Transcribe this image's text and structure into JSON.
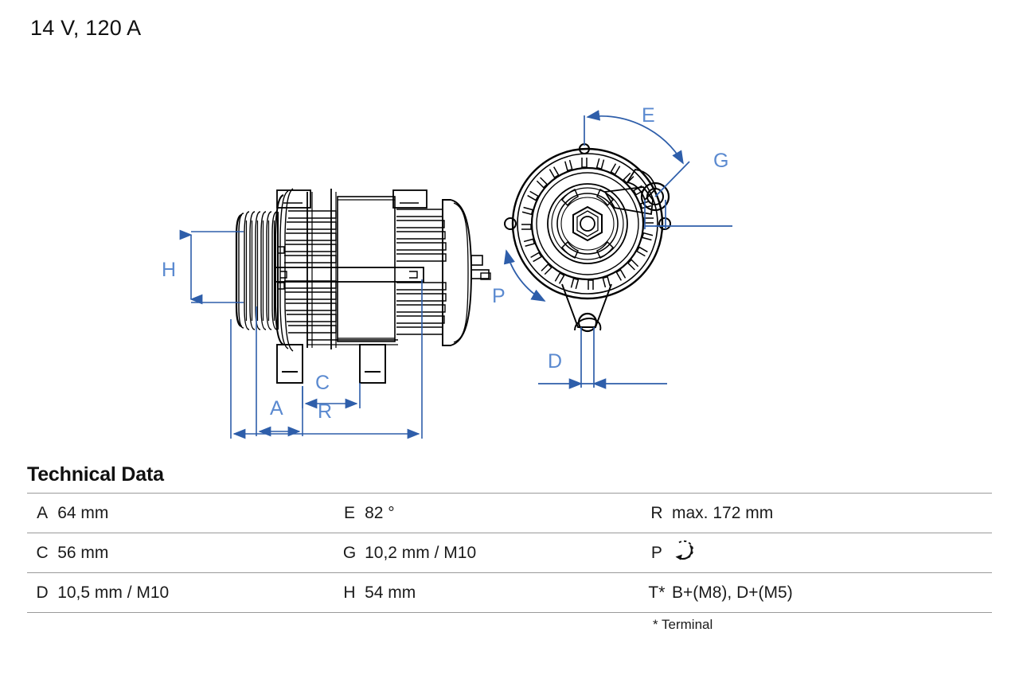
{
  "page": {
    "title": "14 V, 120 A"
  },
  "drawing": {
    "dimension_labels": {
      "H": "H",
      "A": "A",
      "C": "C",
      "R": "R",
      "E": "E",
      "G": "G",
      "P": "P",
      "D": "D"
    },
    "views": {
      "side_view_name": "alternator-side-view",
      "front_view_name": "alternator-front-view"
    },
    "colors": {
      "dimension_line": "#2e5eaa",
      "dimension_text": "#5b8ad0",
      "outline": "#000000"
    }
  },
  "tech": {
    "heading": "Technical Data",
    "footnote": "* Terminal",
    "rows": [
      {
        "k1": "A",
        "v1": "64 mm",
        "k2": "E",
        "v2": "82 °",
        "k3": "R",
        "v3": "max. 172 mm"
      },
      {
        "k1": "C",
        "v1": "56 mm",
        "k2": "G",
        "v2": "10,2 mm / M10",
        "k3": "P",
        "v3": ""
      },
      {
        "k1": "D",
        "v1": "10,5 mm / M10",
        "k2": "H",
        "v2": "54 mm",
        "k3": "T*",
        "v3": "B+(M8), D+(M5)"
      }
    ]
  }
}
